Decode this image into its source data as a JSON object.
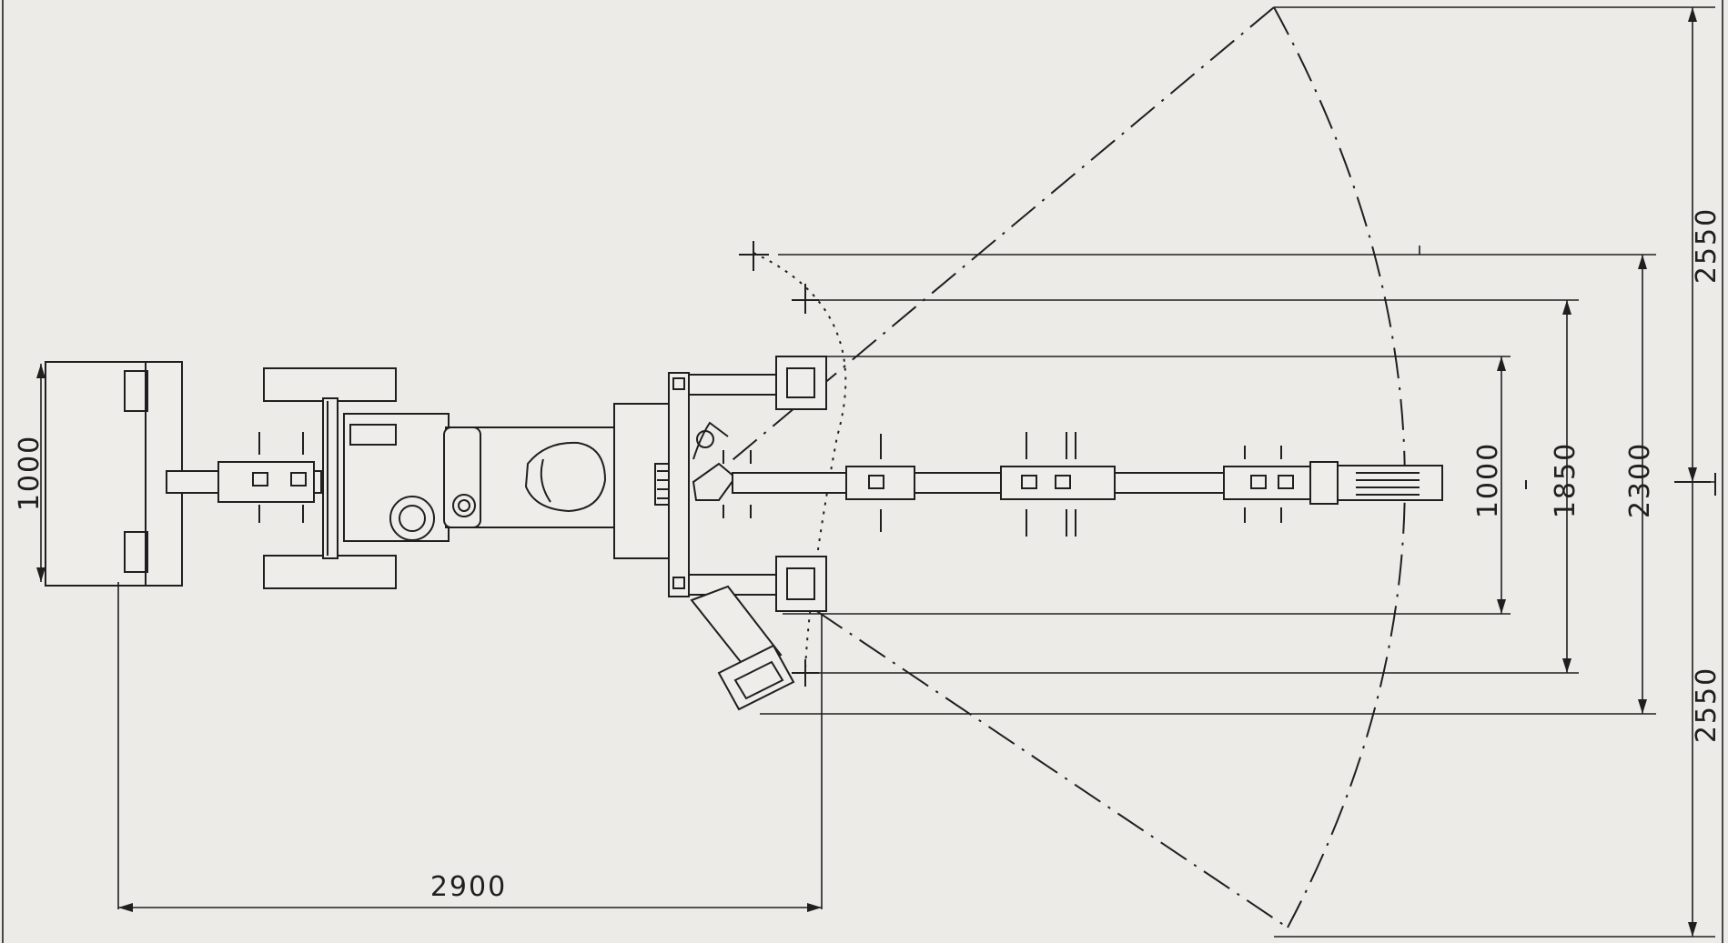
{
  "dimensions": {
    "left_width": "1000",
    "total_length": "2900",
    "top_right": "2550",
    "bottom_right": "2550",
    "inner_1000": "1000",
    "inner_1850": "1850",
    "inner_2300": "2300"
  },
  "colors": {
    "paper": "#ecebe8",
    "ink": "#1f1f1f"
  }
}
